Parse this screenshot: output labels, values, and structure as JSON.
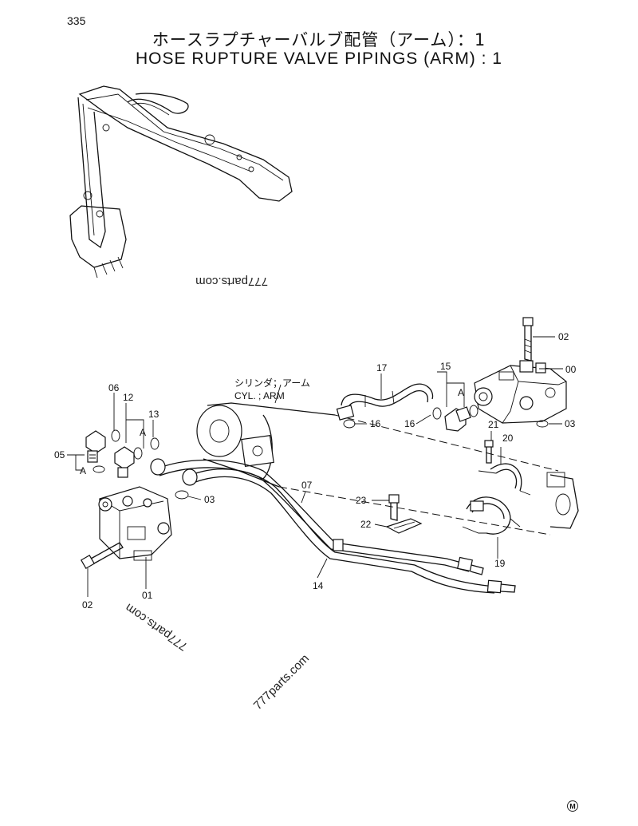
{
  "page_number": "335",
  "title_jp": "ホースラプチャーバルブ配管（アーム）：1",
  "title_en": "HOSE RUPTURE VALVE PIPINGS (ARM) : 1",
  "cylinder_label_jp": "シリンダ；アーム",
  "cylinder_label_en": "CYL. ; ARM",
  "watermarks": [
    "777parts.com",
    "777parts.com",
    "777parts.com"
  ],
  "mark_symbol": "M",
  "callouts": {
    "c02_top": "02",
    "c00": "00",
    "c03_right": "03",
    "c17": "17",
    "c15": "15",
    "cA_right": "A",
    "c16_left": "16",
    "c16_right": "16",
    "c21": "21",
    "c20": "20",
    "c06": "06",
    "c12": "12",
    "c13": "13",
    "cA_top": "A",
    "c05": "05",
    "cA_left": "A",
    "c07": "07",
    "c03_left": "03",
    "c23": "23",
    "c22": "22",
    "c19": "19",
    "c14": "14",
    "c01": "01",
    "c02_bottom": "02"
  }
}
